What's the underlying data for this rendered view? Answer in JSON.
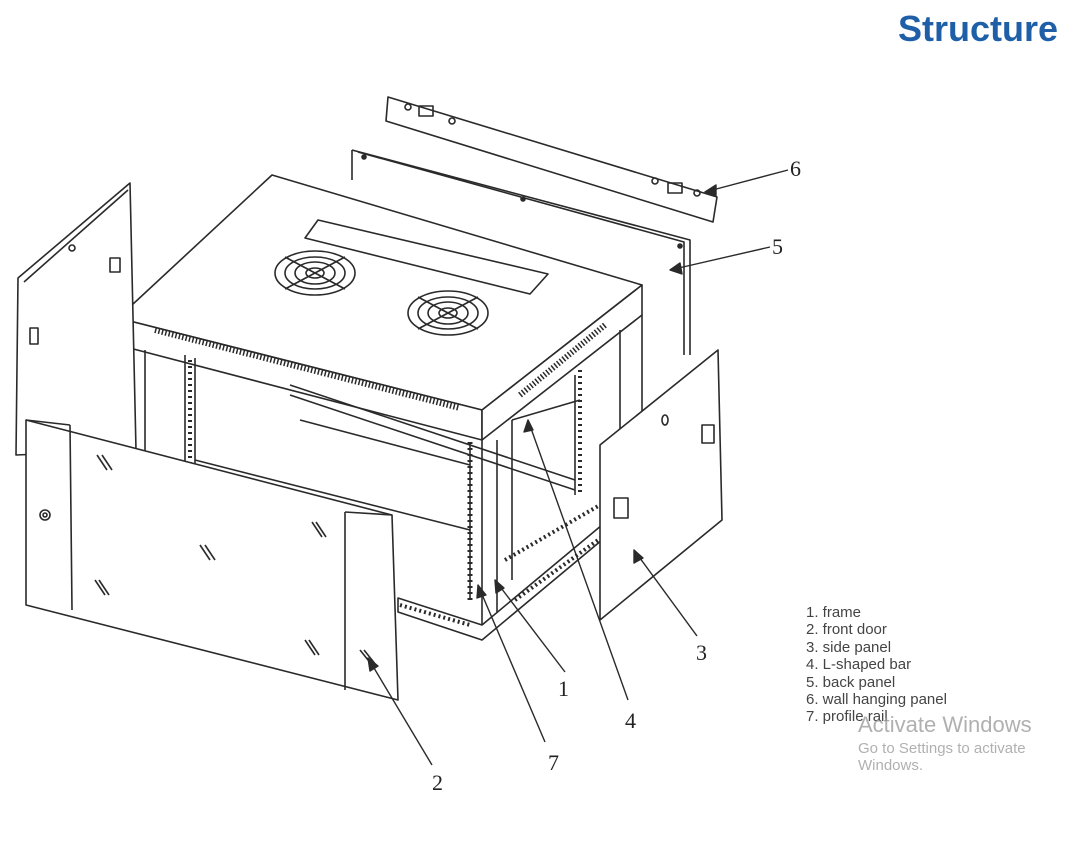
{
  "title": "Structure",
  "callouts": [
    "1",
    "2",
    "3",
    "4",
    "5",
    "6",
    "7"
  ],
  "legend": [
    "1. frame",
    "2. front door",
    "3. side panel",
    "4. L-shaped bar",
    "5. back panel",
    "6. wall hanging panel",
    "7. profile rail"
  ],
  "watermark": {
    "line1": "Activate Windows",
    "line2": "Go to Settings to activate Windows."
  },
  "colors": {
    "title": "#1f5fa8",
    "line": "#2a2a2a"
  }
}
